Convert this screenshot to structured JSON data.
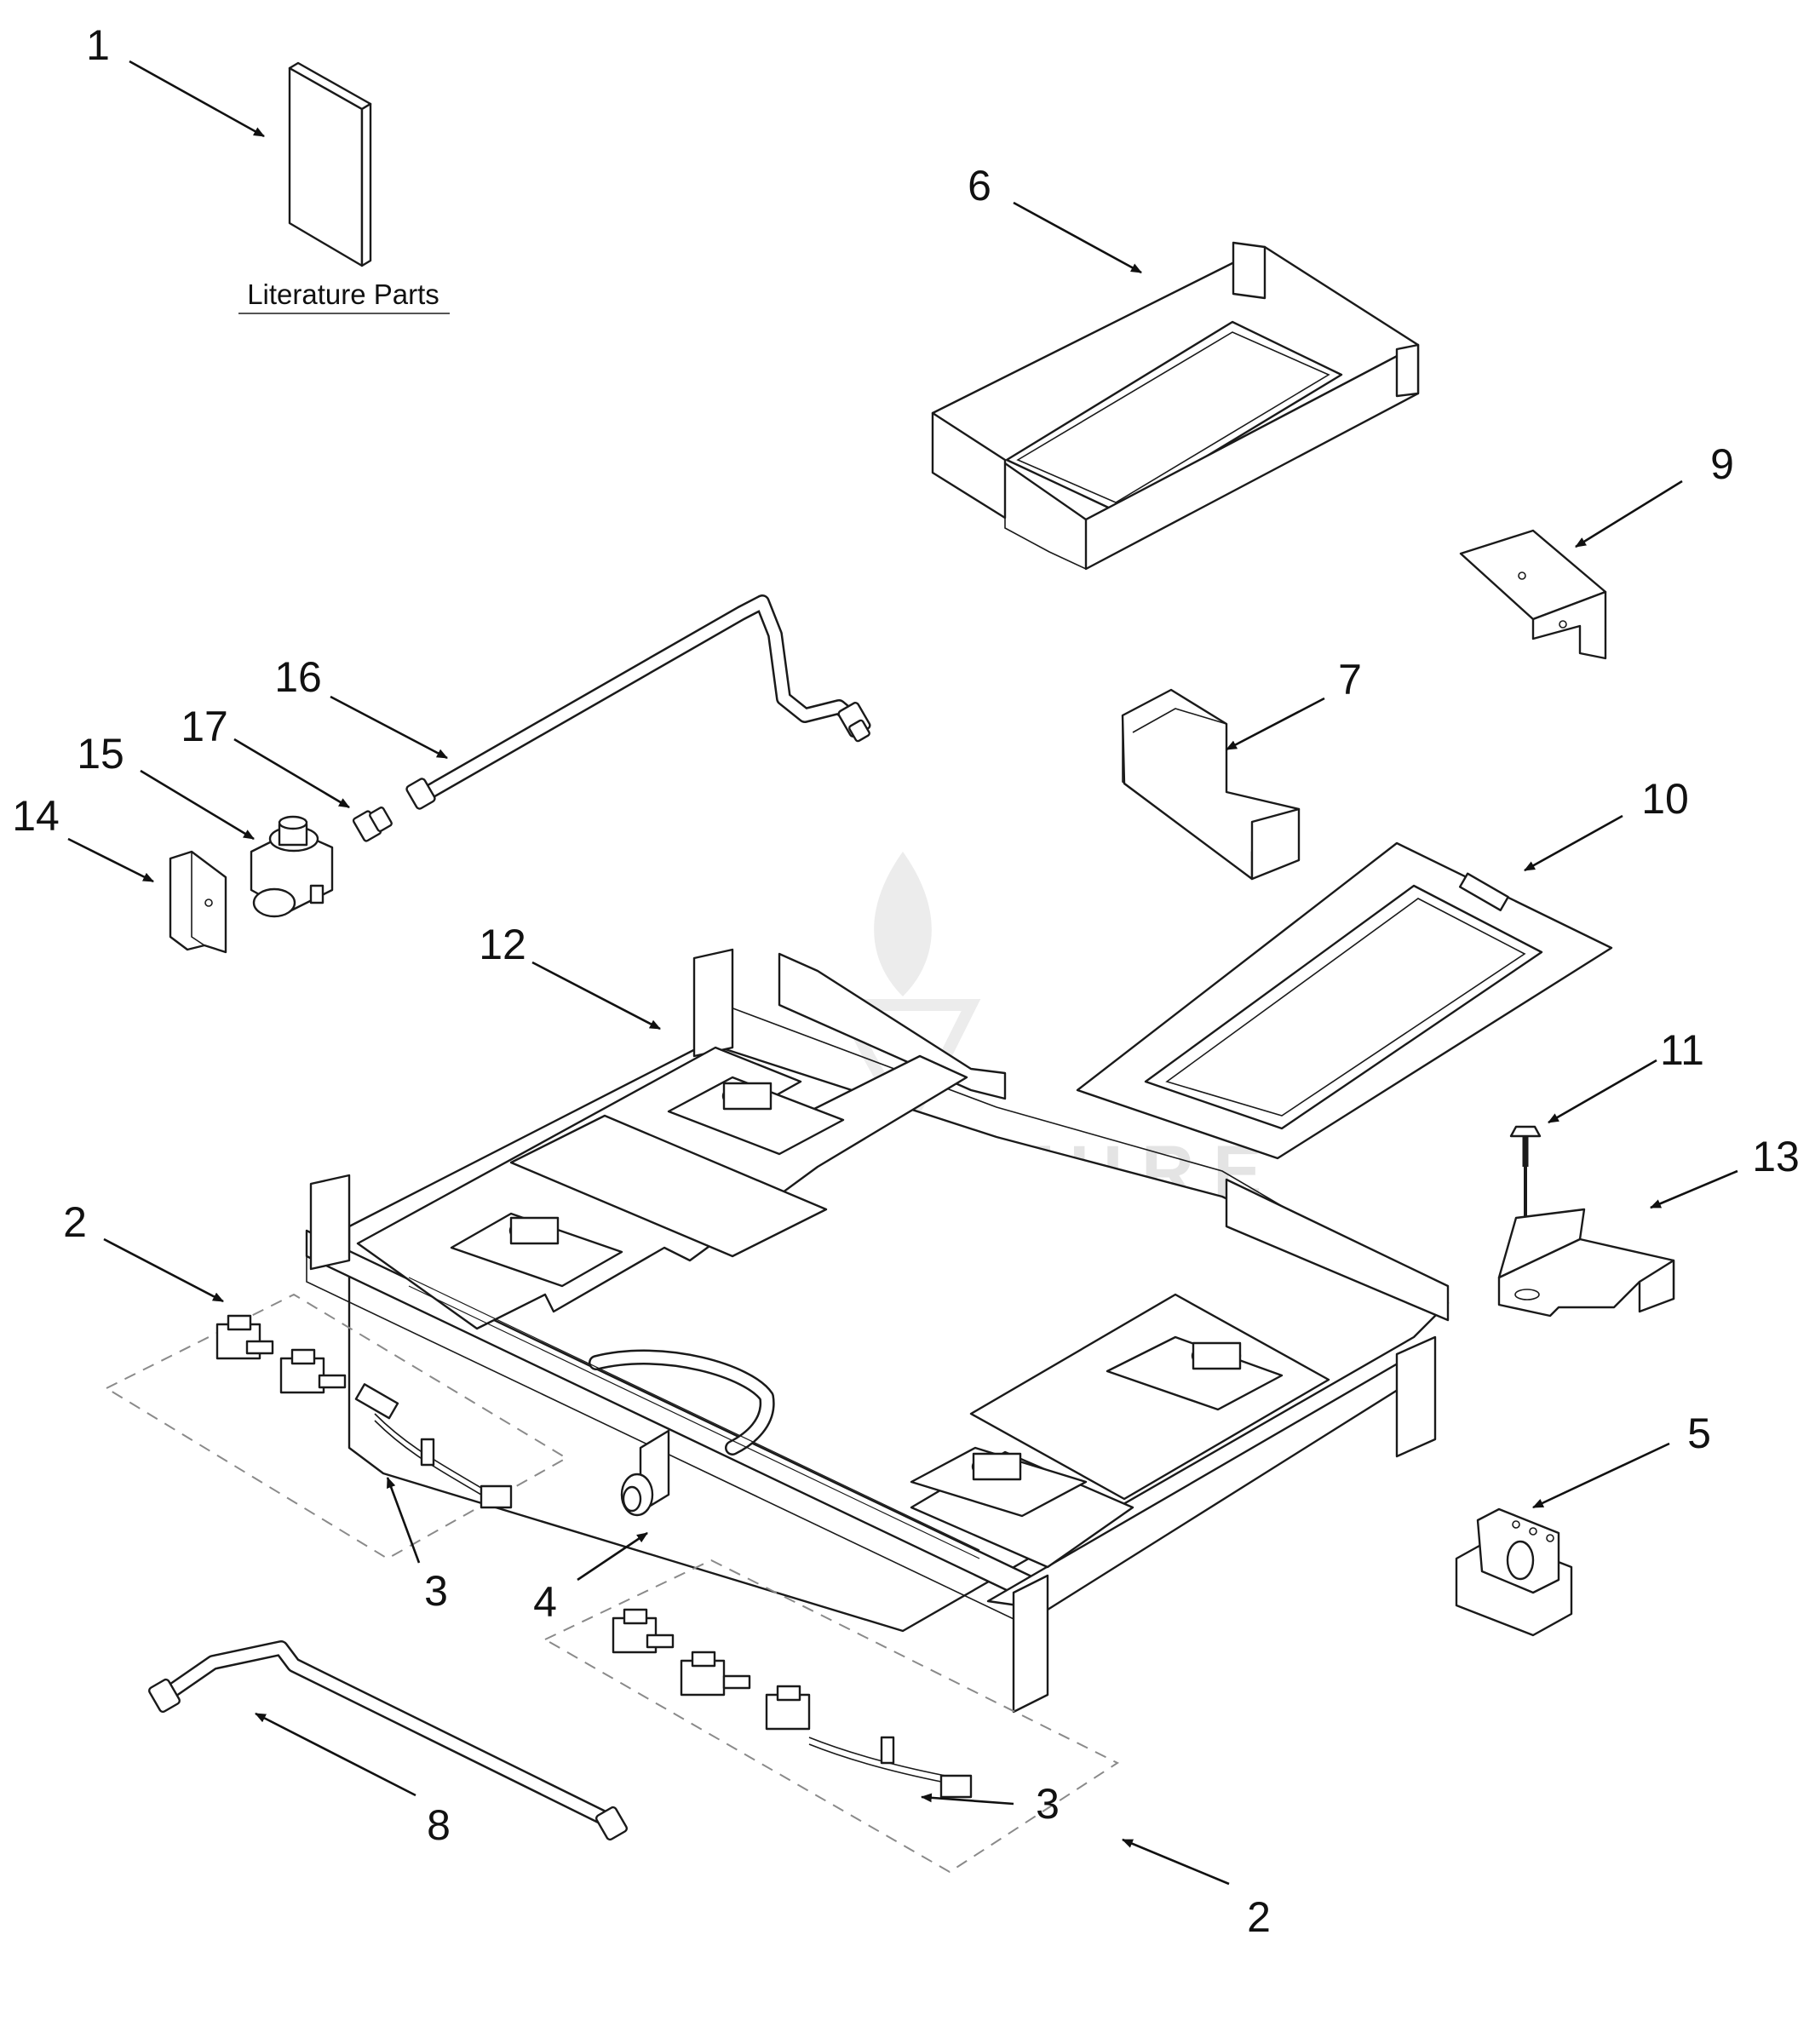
{
  "literature_caption": "Literature Parts",
  "watermark": "LEADVENTURE",
  "callouts": {
    "c1": "1",
    "c2a": "2",
    "c2b": "2",
    "c3a": "3",
    "c3b": "3",
    "c4": "4",
    "c5": "5",
    "c6": "6",
    "c7": "7",
    "c8": "8",
    "c9": "9",
    "c10": "10",
    "c11": "11",
    "c12": "12",
    "c13": "13",
    "c14": "14",
    "c15": "15",
    "c16": "16",
    "c17": "17"
  },
  "colors": {
    "line": "#1a1a1a",
    "leader": "#111111",
    "dash": "#8a8a8a",
    "watermark": "#e4e4e4",
    "background": "#ffffff"
  }
}
